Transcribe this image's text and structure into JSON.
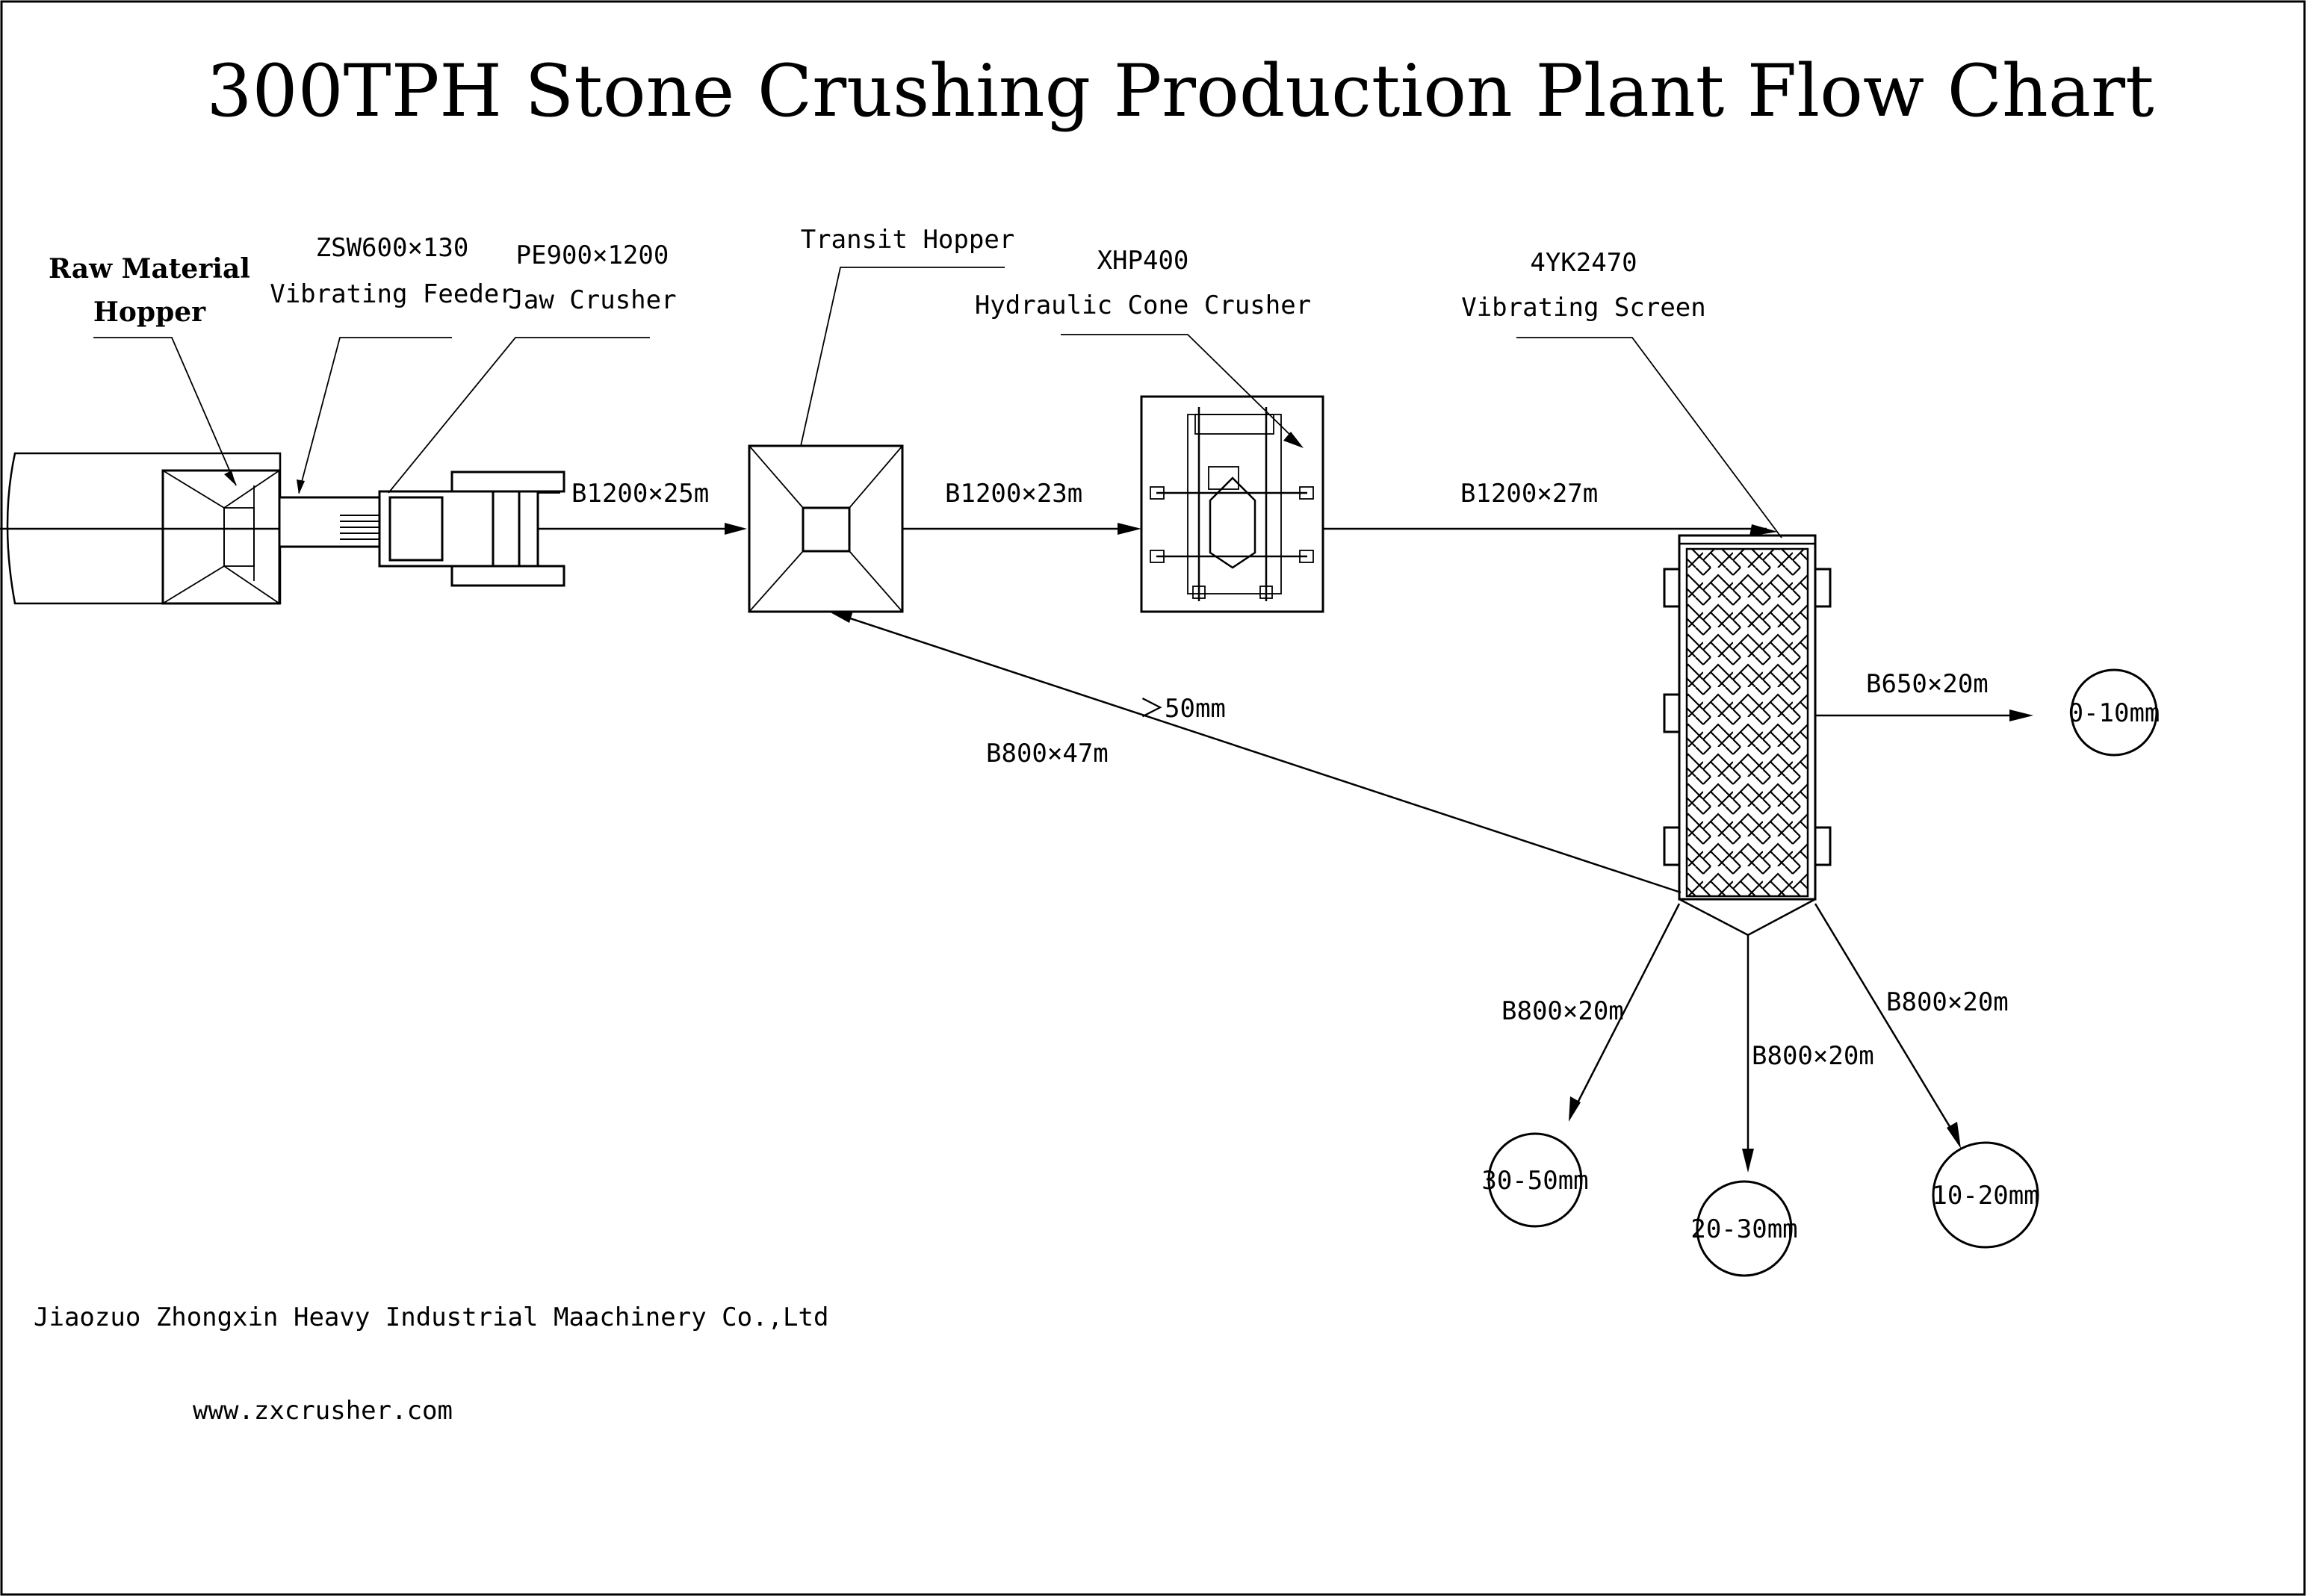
{
  "title": "300TPH Stone Crushing Production Plant Flow Chart",
  "equipment": {
    "raw_hopper": [
      "Raw Material",
      "Hopper"
    ],
    "feeder": [
      "ZSW600×130",
      "Vibrating Feeder"
    ],
    "jaw_crusher": [
      "PE900×1200",
      "Jaw Crusher"
    ],
    "transit_hopper": [
      "Transit Hopper"
    ],
    "cone_crusher": [
      "XHP400",
      "Hydraulic Cone Crusher"
    ],
    "vibrating_screen": [
      "4YK2470",
      "Vibrating Screen"
    ]
  },
  "conveyors": {
    "c1": "B1200×25m",
    "c2": "B1200×23m",
    "c3": "B1200×27m",
    "return": "B800×47m",
    "return_size": "＞50mm",
    "c_fine": "B650×20m",
    "c_left": "B800×20m",
    "c_mid": "B800×20m",
    "c_right": "B800×20m"
  },
  "products": {
    "p1": "0-10mm",
    "p2": "30-50mm",
    "p3": "20-30mm",
    "p4": "10-20mm"
  },
  "footer": {
    "company": "Jiaozuo Zhongxin Heavy Industrial Maachinery Co.,Ltd",
    "website": "www.zxcrusher.com"
  }
}
